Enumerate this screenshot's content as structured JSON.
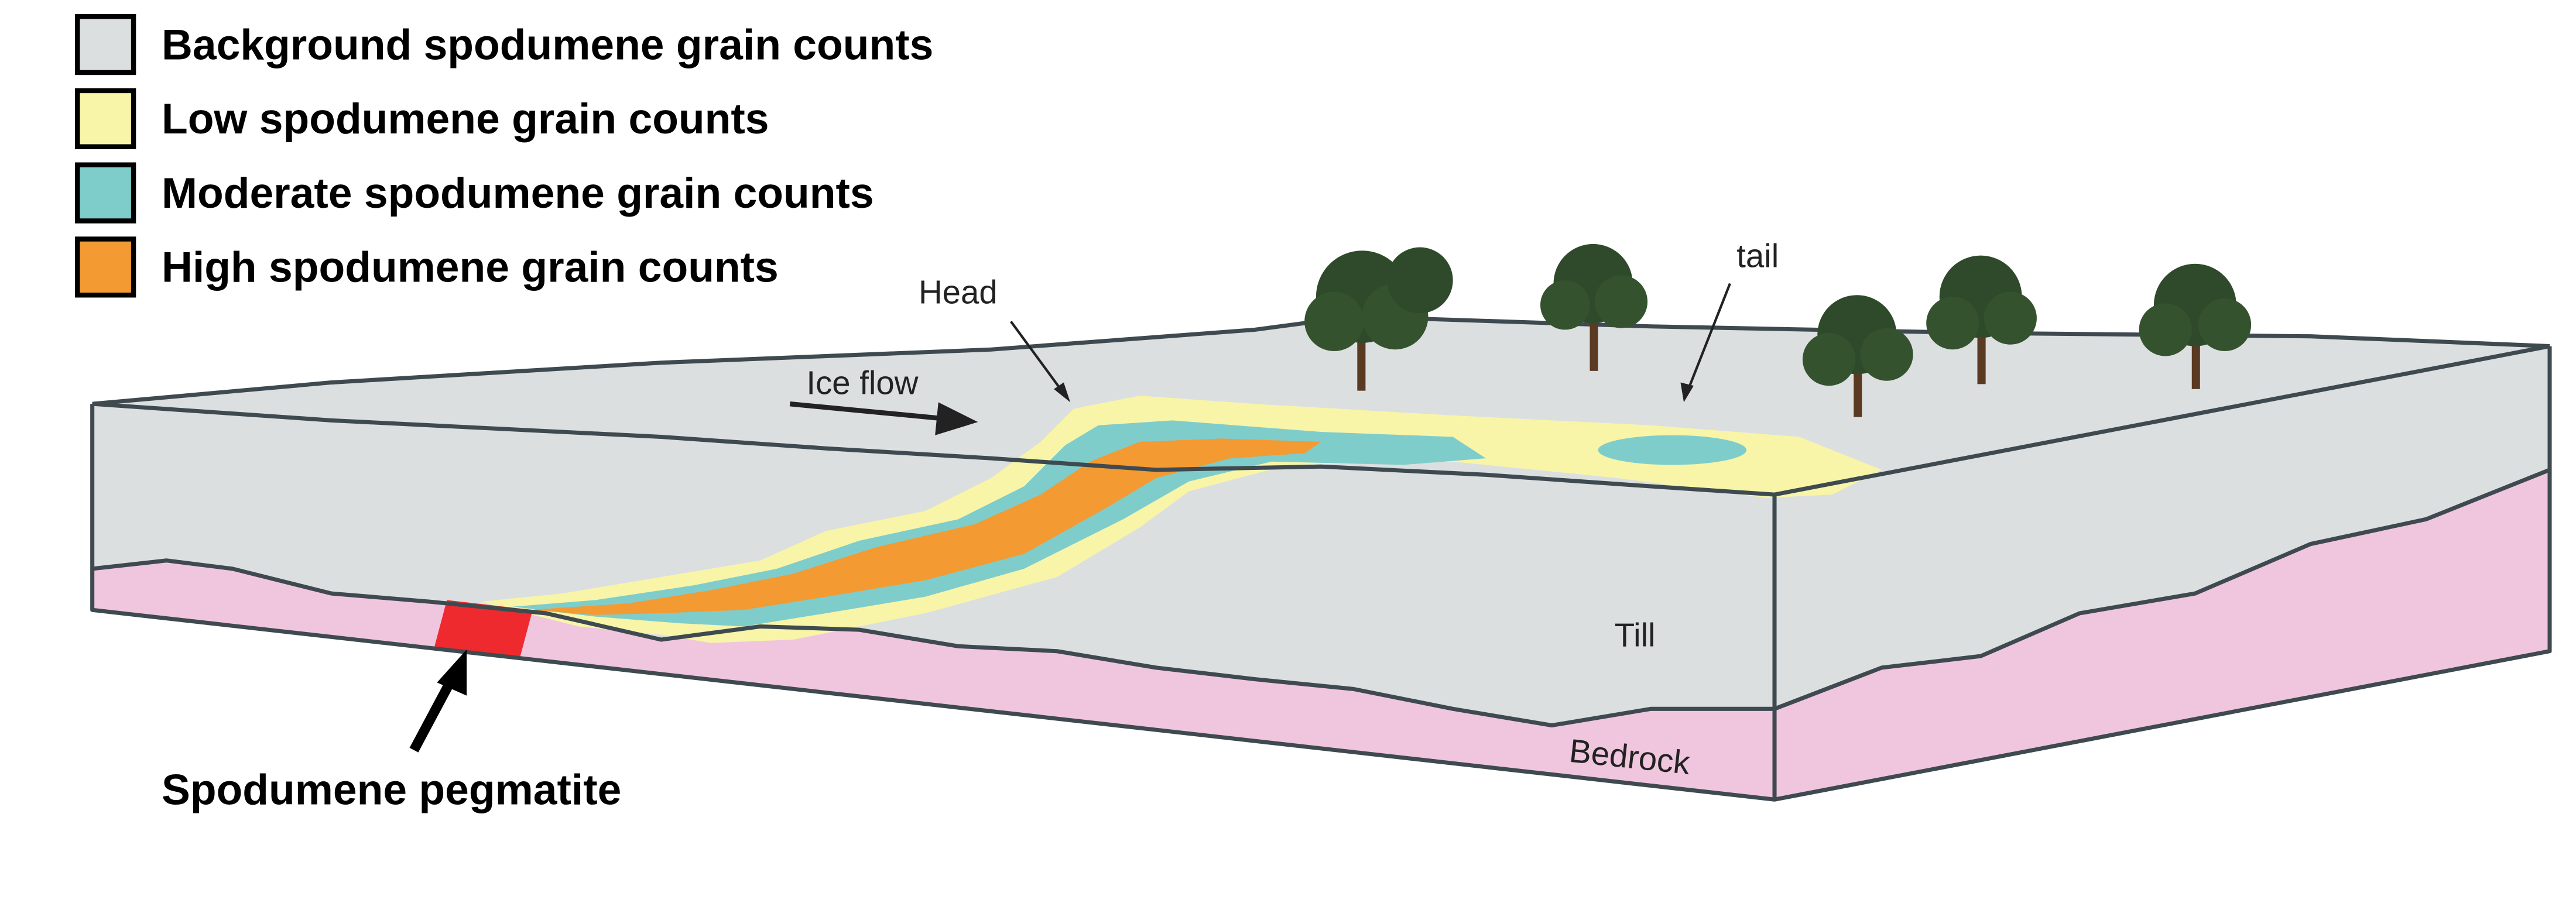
{
  "legend": {
    "items": [
      {
        "label": "Background spodumene grain counts",
        "color": "#dcdfe0"
      },
      {
        "label": "Low spodumene grain counts",
        "color": "#f8f5a8"
      },
      {
        "label": "Moderate spodumene grain counts",
        "color": "#7fcdcb"
      },
      {
        "label": "High spodumene grain counts",
        "color": "#f39a33"
      }
    ]
  },
  "labels": {
    "head": "Head",
    "tail": "tail",
    "ice_flow": "Ice flow",
    "till": "Till",
    "bedrock": "Bedrock",
    "pegmatite": "Spodumene pegmatite"
  },
  "colors": {
    "till": "#dcdfe0",
    "bedrock": "#f0c6de",
    "pegmatite": "#ee2a2e",
    "outline": "#3e4a50",
    "tree": "#2f4a2a",
    "trunk": "#5a3a22"
  }
}
